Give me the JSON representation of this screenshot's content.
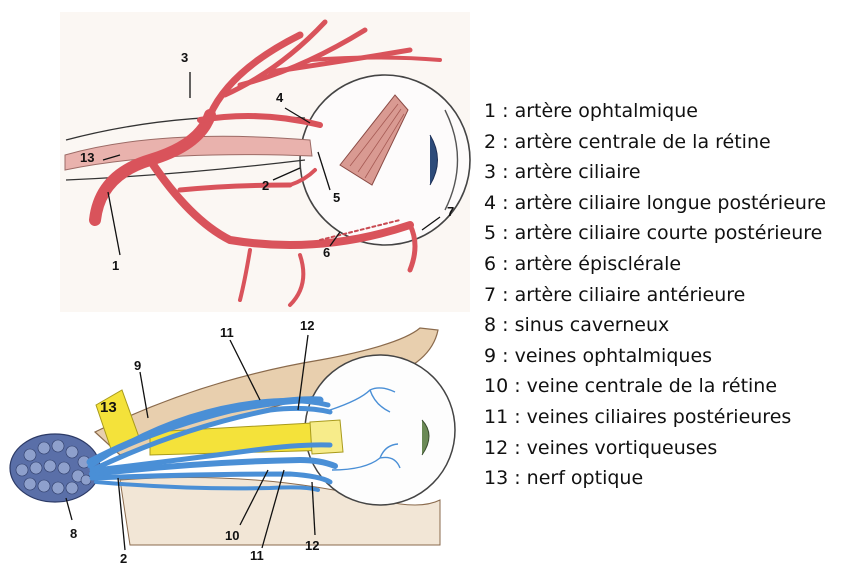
{
  "colors": {
    "artery": "#d9535b",
    "artery_dark": "#b8323c",
    "vein": "#4a8fd6",
    "vein_dark": "#2a5fa8",
    "nerve_top": "#e9b2ad",
    "nerve_yellow": "#f4e23a",
    "bone": "#e8cfae",
    "sinus": "#5a6fa8"
  },
  "top_figure": {
    "callouts": [
      "1",
      "2",
      "3",
      "4",
      "5",
      "6",
      "7",
      "13"
    ]
  },
  "bottom_figure": {
    "callouts": [
      "8",
      "2",
      "9",
      "10",
      "11",
      "12",
      "11",
      "12",
      "13"
    ]
  },
  "legend": [
    "1 : artère ophtalmique",
    "2 : artère centrale de la rétine",
    "3 : artère ciliaire",
    "4 : artère ciliaire longue postérieure",
    "5 : artère ciliaire courte postérieure",
    "6 : artère épisclérale",
    "7 : artère ciliaire antérieure",
    "8 : sinus caverneux",
    "9 : veines ophtalmiques",
    "10 : veine centrale de la rétine",
    "11 : veines ciliaires postérieures",
    "12 : veines vortiqueuses",
    "13 : nerf optique"
  ]
}
